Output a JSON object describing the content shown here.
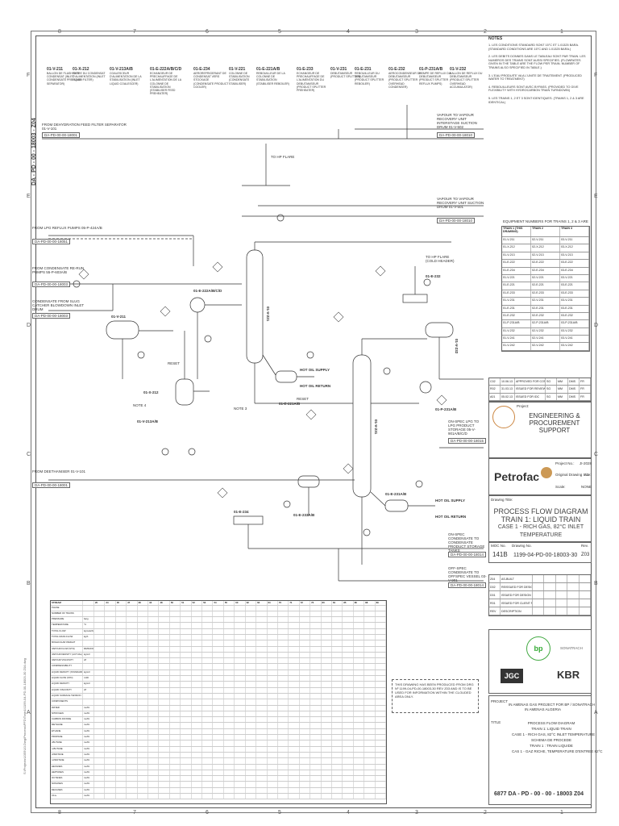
{
  "drawing_border": {
    "top_zones": [
      "8",
      "7",
      "6",
      "5",
      "4",
      "3",
      "2",
      "1"
    ],
    "bottom_zones": [
      "8",
      "7",
      "6",
      "5",
      "4",
      "3",
      "2",
      "1"
    ],
    "left_zones": [
      "F",
      "E",
      "D",
      "C",
      "B",
      "A"
    ],
    "right_zones": [
      "F",
      "E",
      "D",
      "C",
      "B",
      "A"
    ],
    "side_code": "DA - PD - 00 - 18003 - Z04",
    "left_path": "S:\\Projects\\1055\\10.Dwg\\Process\\PFD\\Train1\\1199-04-PD-00-18003-30 Z04.dwg"
  },
  "equipment_headers": [
    {
      "tag": "01-V-211",
      "desc": "BALLON DE FLASH DES CONDENSAT (INLET CONDENSATE PREFLASH SEPARATOR)"
    },
    {
      "tag": "01-X-212",
      "desc": "FILTRE DU CONDENSAT D'ALIMENTATION (INLET LIQUID FILTER)"
    },
    {
      "tag": "01-V-213A/B",
      "desc": "COALESCEUR D'ALIMENTATION DE LA STABILISATION (INLET LIQUID COALESCER)"
    },
    {
      "tag": "01-E-222A/B/C/D",
      "desc": "ECHANGEUR DE PRECHAUFFAGE DE L'ALIMENTATION DE LA COLONNE DE STABILISATION (STABILISER FEED PREHEATER)"
    },
    {
      "tag": "01-E-234",
      "desc": "AEROREFRIGERANT DE CONDENSAT VERS STOCKAGE (CONDENSATE PRODUCT COOLER)"
    },
    {
      "tag": "01-V-221",
      "desc": "COLONNE DE STABILISATION (CONDENSATE STABILISER)"
    },
    {
      "tag": "01-E-221A/B",
      "desc": "REBOUILLEUR DE LA COLONNE DE STABILISATION (STABILISER REBOILER)"
    },
    {
      "tag": "01-E-233",
      "desc": "ECHANGEUR DE PRECHAUFFAGE DE L'ALIMENTATION DU DEBUTANISEUR (PRODUCT SPLITTER PREHEATER)"
    },
    {
      "tag": "01-V-231",
      "desc": "DEBUTANISEUR (PRODUCT SPLITTER)"
    },
    {
      "tag": "01-E-231",
      "desc": "REBOUILLEUR DU DEBUTANISEUR (PRODUCT SPLITTER REBOILER)"
    },
    {
      "tag": "01-E-232",
      "desc": "AEROCONDENSEUR DU DEBUTANISEUR (PRODUCT SPLITTER OVERHEAD CONDENSER)"
    },
    {
      "tag": "01-P-231A/B",
      "desc": "POMPE DE REFLUX DU DEBUTANISEUR (PRODUCT SPLITTER REFLUX PUMPS)"
    },
    {
      "tag": "01-V-232",
      "desc": "BALLON DE REFLUX DU DEBUTANISEUR (PRODUCT SPLITTER OVERHEAD ACCUMULATOR)"
    }
  ],
  "line_labels": {
    "from_dehydration": "FROM DEHYDRATION FEED FILTER SEPARATOR 01-V-101",
    "from_dehydration_ref": "DA-PD-00-00-18001",
    "from_lpg_reflux": "FROM LPG REFLUX PUMPS 05-P-424A/B",
    "from_lpg_ref": "DA-PD-00-00-18051",
    "from_condensate": "FROM CONDENSATE RE-RUN PUMPS 55-P-603A/B",
    "from_condensate_ref": "DA-PD-00-00-18003",
    "condensate_slug": "CONDENSATE FROM SLUG CATCHER BLOWDOWN INLET DRUM",
    "condensate_slug_ref": "DA-PD-00-00-18003",
    "from_deethaniser": "FROM DEETHANISER 01-V-101",
    "from_deethaniser_ref": "DA-PD-00-00-18001",
    "to_hp_flare": "TO HP FLARE",
    "vapour_to_recovery": "VAPOUR TO VAPOUR RECOVERY UNIT SUCTION DRUM 01-V-501",
    "vapour_to_recovery_ref": "DA-PD-00-00-18010",
    "vapour_to_vru2": "VAPOUR TO VAPOUR RECOVERY UNIT INTERSTAGE SUCTION DRUM 01-V-502",
    "vapour_to_vru2_ref": "DA-PD-00-00-18010",
    "to_hp_flare_cold": "TO HP FLARE (COLD HEADER)",
    "to_lpg_storage": "ON-SPEC LPG TO LPG PRODUCT STORAGE 05-V-901A/B/C/D",
    "to_lpg_storage_ref": "DA-PD-00-00-18015",
    "to_condensate_storage": "ON-SPEC CONDENSATE TO CONDENSATE PRODUCT STORAGE TANKS",
    "to_condensate_storage_ref": "DA-PD-00-00-18014",
    "off_spec": "OFF-SPEC CONDENSATE TO OFFSPEC VESSEL 03-V-901",
    "off_spec_ref": "DA-PD-00-00-18014",
    "hot_oil_supply": "HOT OIL SUPPLY",
    "hot_oil_return": "HOT OIL RETURN",
    "reset": "RESET",
    "note3": "NOTE 3",
    "note4": "NOTE 4"
  },
  "diagram_tags": {
    "v211": "01-V-211",
    "v221": "01-V-221",
    "v231": "01-V-231",
    "v232": "01-V-232",
    "e222": "01-E-222A/B/C/D",
    "e221": "01-E-221A/B",
    "v213": "01-V-213A/B",
    "x212": "01-X-212",
    "e234": "01-E-234",
    "e233": "01-E-233A/B",
    "e232": "01-E-232",
    "p231": "01-P-231A/B",
    "e231": "01-E-231A/B"
  },
  "notes": {
    "title": "NOTES",
    "items": [
      "1. LES CONDITIONS STANDARD SONT 15°C ET 1.01325 BARA. (STANDARD CONDITIONS ARE 15°C AND 1.01325 BARA.)",
      "2. LES DEBITS DONNES DANS LE TABLEAU SONT PAR TRAIN. LES NUMEROS DES TRAINS SONT AUSSI SPECIFIES. (FLOWRATES GIVEN IN THE TABLE ARE THE FLOW PER TRAIN. NUMBER OF TRAINS ALSO SPECIFIED IN TABLE.)",
      "3. L'EAU PRODUITE VA A L'UNITE DE TRAITEMENT. (PRODUCED WATER TO TREATMENT)",
      "4. REBOUILLEURS SONT AVEC BYPASS. (PROVIDED TO GIVE FLEXIBILITY WITH HYDROCARBON TRAIN TURNDOWN)",
      "5. LES TRAINS 1, 2 ET 3 SONT IDENTIQUES. (TRAINS 1, 2 & 3 ARE IDENTICAL)"
    ]
  },
  "equipment_table": {
    "title": "EQUIPMENT NUMBERS FOR TRAINS 1, 2 & 3 ARE",
    "headers": [
      "TRAIN 1 (THIS DRAWING)",
      "TRAIN 2",
      "TRAIN 3"
    ],
    "rows": [
      [
        "01-V-211",
        "02-V-211",
        "03-V-211"
      ],
      [
        "01-X-212",
        "02-X-212",
        "03-X-212"
      ],
      [
        "01-V-213",
        "02-V-213",
        "03-V-213"
      ],
      [
        "01-E-222",
        "02-E-222",
        "03-E-222"
      ],
      [
        "01-E-234",
        "02-E-234",
        "03-E-234"
      ],
      [
        "01-V-221",
        "02-V-221",
        "03-V-221"
      ],
      [
        "01-E-221",
        "02-E-221",
        "03-E-221"
      ],
      [
        "01-E-233",
        "02-E-233",
        "03-E-233"
      ],
      [
        "01-V-231",
        "02-V-231",
        "03-V-231"
      ],
      [
        "01-E-231",
        "02-E-231",
        "03-E-231"
      ],
      [
        "01-E-232",
        "02-E-232",
        "03-E-232"
      ],
      [
        "01-P-231A/B",
        "02-P-231A/B",
        "03-P-231A/B"
      ],
      [
        "01-V-232",
        "02-V-232",
        "03-V-232"
      ],
      [
        "01-V-241",
        "02-V-241",
        "03-V-241"
      ],
      [
        "01-V-242",
        "02-V-242",
        "03-V-242"
      ]
    ]
  },
  "revisions_top": [
    [
      "C02",
      "10.06.13",
      "APPROVED FOR CONSTRUCTION",
      "SG",
      "MM",
      "DMS",
      "FR"
    ],
    [
      "R02",
      "31.03.13",
      "ISSUED FOR REVIEW",
      "SG",
      "MM",
      "DMS",
      "FR"
    ],
    [
      "A01",
      "05.02.13",
      "ISSUED FOR IDC",
      "SG",
      "MM",
      "DMS",
      "FR"
    ]
  ],
  "title_block": {
    "project_label": "Project:",
    "project": "ENGINEERING & PROCUREMENT SUPPORT",
    "company": "Petrofac",
    "project_no_label": "Project No.:",
    "project_no": "JI-2028",
    "original_size_label": "Original Drawing Size:",
    "original_size": "A1",
    "scale_label": "Scale:",
    "scale": "NONE",
    "drawing_title_label": "Drawing Title:",
    "title_lines": [
      "PROCESS FLOW DIAGRAM",
      "TRAIN 1: LIQUID TRAIN",
      "CASE 1 - RICH GAS, 82°C INLET TEMPERATURE"
    ],
    "moc_label": "MOC No.",
    "moc": "141B",
    "drawing_no_label": "Drawing No.",
    "drawing_no": "1199-04-PD-00-18003-30",
    "rev_label": "Rev.",
    "rev": "Z03"
  },
  "revisions_bottom": [
    [
      "Z04",
      "AS-BUILT",
      "",
      "",
      "",
      "",
      ""
    ],
    [
      "D02",
      "REISSUED FOR DESIGN",
      "",
      "",
      "",
      "",
      ""
    ],
    [
      "D01",
      "ISSUED FOR DESIGN",
      "",
      "",
      "",
      "",
      ""
    ],
    [
      "R01",
      "ISSUED FOR CLIENT REVIEW",
      "",
      "",
      "",
      "",
      ""
    ],
    [
      "REV",
      "DESCRIPTION",
      "",
      "",
      "",
      "",
      ""
    ]
  ],
  "clients": {
    "jgc": "JGC",
    "kbr": "KBR",
    "bp": "bp",
    "sonatrach": "SONATRACH"
  },
  "project_block": {
    "label": "PROJECT",
    "line1": "IN AMENAS GAS PROJECT FOR BP / SONATRACH",
    "line2": "IN AMENAS ALGERIA",
    "title_label": "TITLE",
    "title_lines": [
      "PROCESS FLOW DIAGRAM",
      "TRAIN 1: LIQUID TRAIN",
      "CASE 1 - RICH GAS, 82°C INLET TEMPERATURE",
      "SCHEMA DE PROCEDE",
      "TRAIN 1 : TRAIN LIQUIDE",
      "CAS 1 - GAZ RICHE, TEMPERATURE D'ENTREE 82°C"
    ],
    "doc_number": "6877  DA - PD - 00 - 00 - 18003   Z04"
  },
  "stamp": "THIS DRAWING HAS BEEN PRODUCED FROM DRG Nº 1199-04-PD-00-18003-30 REV Z03 AND IS TO BE USED FOR INFORMATION WITHIN THE CLOUDED AREA ONLY.",
  "stream_table": {
    "header": "STREAM",
    "columns": [
      "20",
      "34",
      "35",
      "37",
      "38",
      "43",
      "48",
      "50",
      "51",
      "52",
      "53",
      "54",
      "55",
      "60",
      "62",
      "63",
      "64",
      "70",
      "71",
      "72",
      "73",
      "80",
      "81",
      "85",
      "86",
      "88",
      "89"
    ],
    "rows": [
      {
        "label": "PHASE",
        "unit": ""
      },
      {
        "label": "NUMBER OF TRAINS",
        "unit": ""
      },
      {
        "label": "PRESSURE",
        "unit": "barg"
      },
      {
        "label": "TEMPERATURE",
        "unit": "°C"
      },
      {
        "label": "TOTAL FLOW",
        "unit": "kgmole/hr"
      },
      {
        "label": "TOTAL MASS FLOW",
        "unit": "kg/h"
      },
      {
        "label": "MOLECULAR WEIGHT",
        "unit": ""
      },
      {
        "label": "VAPOUR FLOW (STD)",
        "unit": "MMSCFD"
      },
      {
        "label": "VAPOUR DENSITY (ACTUAL)",
        "unit": "kg/m3"
      },
      {
        "label": "VAPOUR VISCOSITY",
        "unit": "cP"
      },
      {
        "label": "COMPRESSIBILITY",
        "unit": ""
      },
      {
        "label": "LIQUID DENSITY (STANDARD)",
        "unit": "kg/m3"
      },
      {
        "label": "LIQUID FLOW (STD)",
        "unit": "m3/h"
      },
      {
        "label": "LIQUID DENSITY",
        "unit": "kg/m3"
      },
      {
        "label": "LIQUID VISCOSITY",
        "unit": "cP"
      },
      {
        "label": "LIQUID SURFACE TENSION",
        "unit": ""
      },
      {
        "label": "COMPONENTS",
        "unit": ""
      },
      {
        "label": "WATER",
        "unit": "mol%"
      },
      {
        "label": "NITROGEN",
        "unit": "mol%"
      },
      {
        "label": "CARBON DIOXIDE",
        "unit": "mol%"
      },
      {
        "label": "METHANE",
        "unit": "mol%"
      },
      {
        "label": "ETHANE",
        "unit": "mol%"
      },
      {
        "label": "PROPANE",
        "unit": "mol%"
      },
      {
        "label": "i-BUTANE",
        "unit": "mol%"
      },
      {
        "label": "n-BUTANE",
        "unit": "mol%"
      },
      {
        "label": "i-PENTANE",
        "unit": "mol%"
      },
      {
        "label": "n-PENTANE",
        "unit": "mol%"
      },
      {
        "label": "HEXANES",
        "unit": "mol%"
      },
      {
        "label": "HEPTANES",
        "unit": "mol%"
      },
      {
        "label": "OCTANES",
        "unit": "mol%"
      },
      {
        "label": "NONANES",
        "unit": "mol%"
      },
      {
        "label": "DECANES",
        "unit": "mol%"
      },
      {
        "label": "C11+",
        "unit": "mol%"
      }
    ]
  }
}
